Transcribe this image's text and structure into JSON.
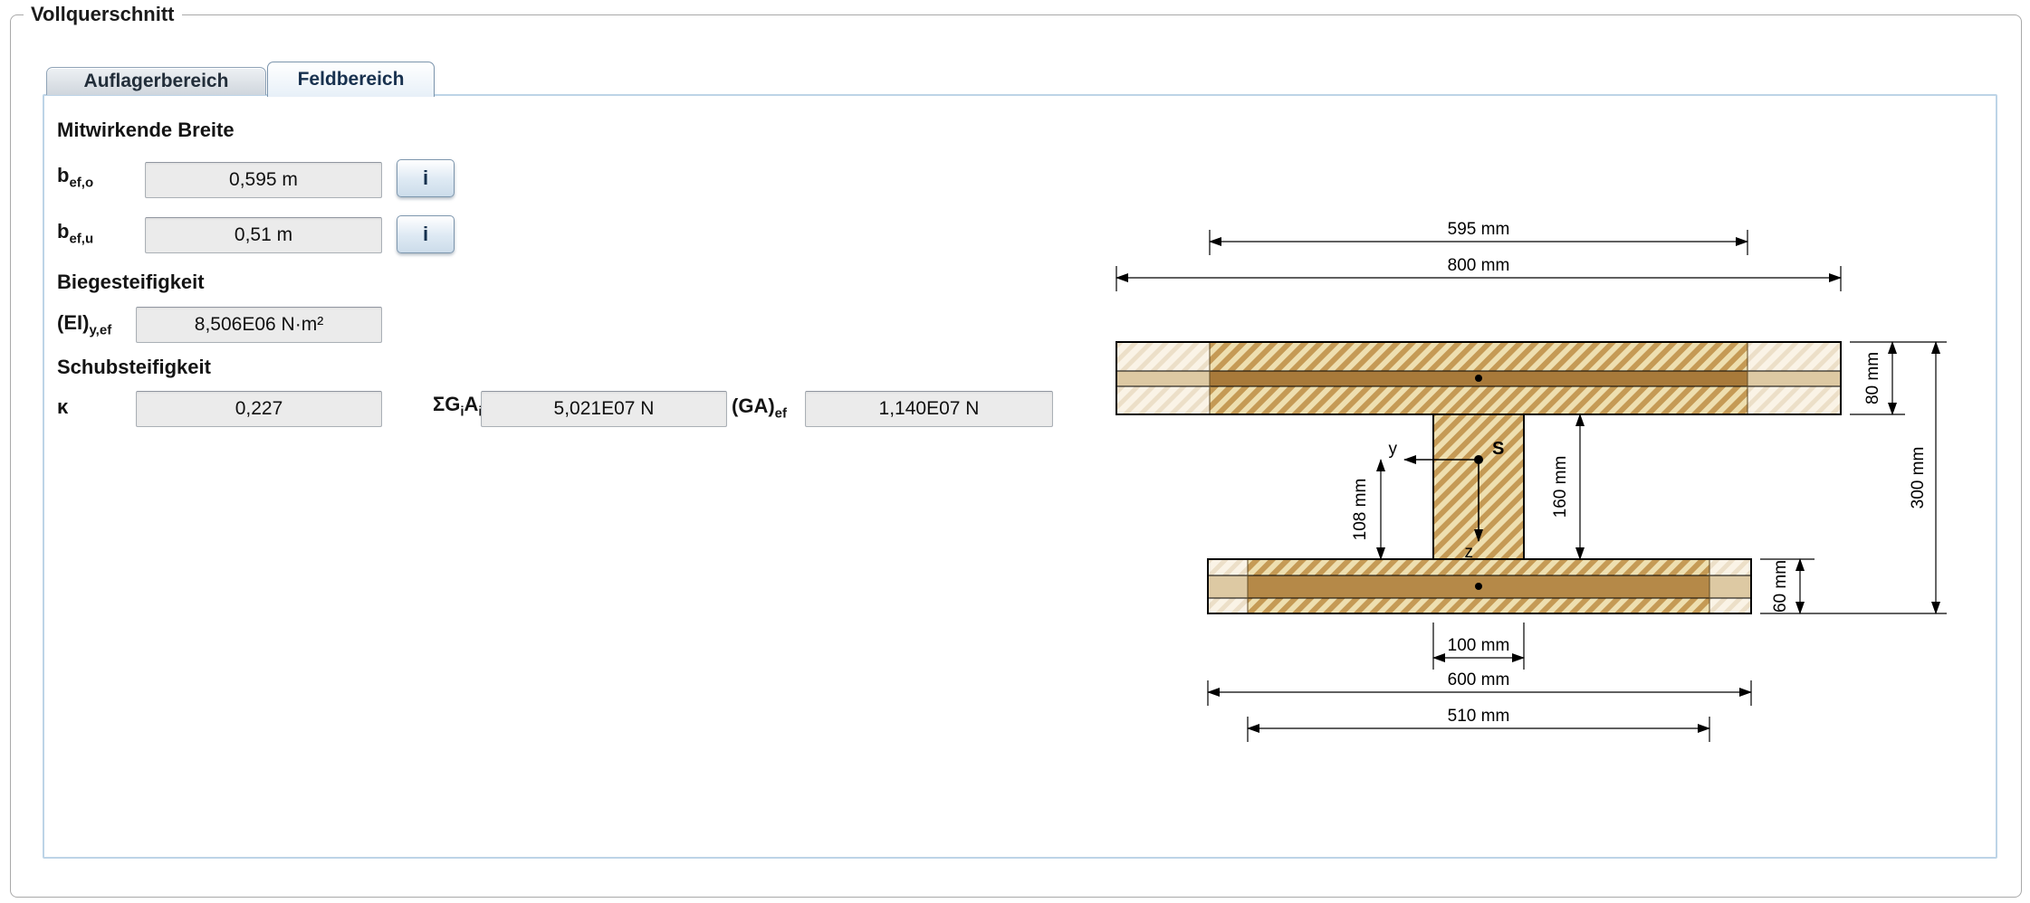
{
  "group": {
    "title": "Vollquerschnitt"
  },
  "tabs": [
    {
      "label": "Auflagerbereich"
    },
    {
      "label": "Feldbereich"
    }
  ],
  "form": {
    "effective_width": {
      "heading": "Mitwirkende Breite",
      "rows": [
        {
          "base": "b",
          "sub": "ef,o",
          "value": "0,595 m",
          "info": "i"
        },
        {
          "base": "b",
          "sub": "ef,u",
          "value": "0,51 m",
          "info": "i"
        }
      ]
    },
    "bending": {
      "heading": "Biegesteifigkeit",
      "label": {
        "base": "(EI)",
        "sub": "y,ef"
      },
      "value": "8,506E06 N·m²"
    },
    "shear": {
      "heading": "Schubsteifigkeit",
      "kappa": {
        "label": "κ",
        "value": "0,227"
      },
      "sum": {
        "p1": "ΣG",
        "s1": "i",
        "p2": "A",
        "s2": "i",
        "value": "5,021E07 N"
      },
      "ga": {
        "base": "(GA)",
        "sub": "ef",
        "value": "1,140E07 N"
      }
    }
  },
  "diagram": {
    "dimensions": {
      "top_effective_width": "595 mm",
      "top_flange_width": "800 mm",
      "top_flange_height": "80 mm",
      "total_height": "300 mm",
      "web_height": "160 mm",
      "centroid_to_bottom_flange": "108 mm",
      "bottom_flange_height": "60 mm",
      "web_width": "100 mm",
      "bottom_flange_width": "600 mm",
      "bottom_effective_width": "510 mm"
    },
    "labels": {
      "centroid": "S",
      "axis_y": "y",
      "axis_z": "z"
    },
    "colors": {
      "hatch_effective_stripe": "#c59a55",
      "hatch_effective_bg": "#eedfb0",
      "hatch_light_stripe": "#ecdfc8",
      "hatch_light_bg": "#faf3e6",
      "top_band_effective": "#a87a3a",
      "bottom_band_effective": "#b58948",
      "band_outer": "#ddc9a3",
      "outline": "#000000",
      "panel_border": "#bdd4e7"
    }
  }
}
